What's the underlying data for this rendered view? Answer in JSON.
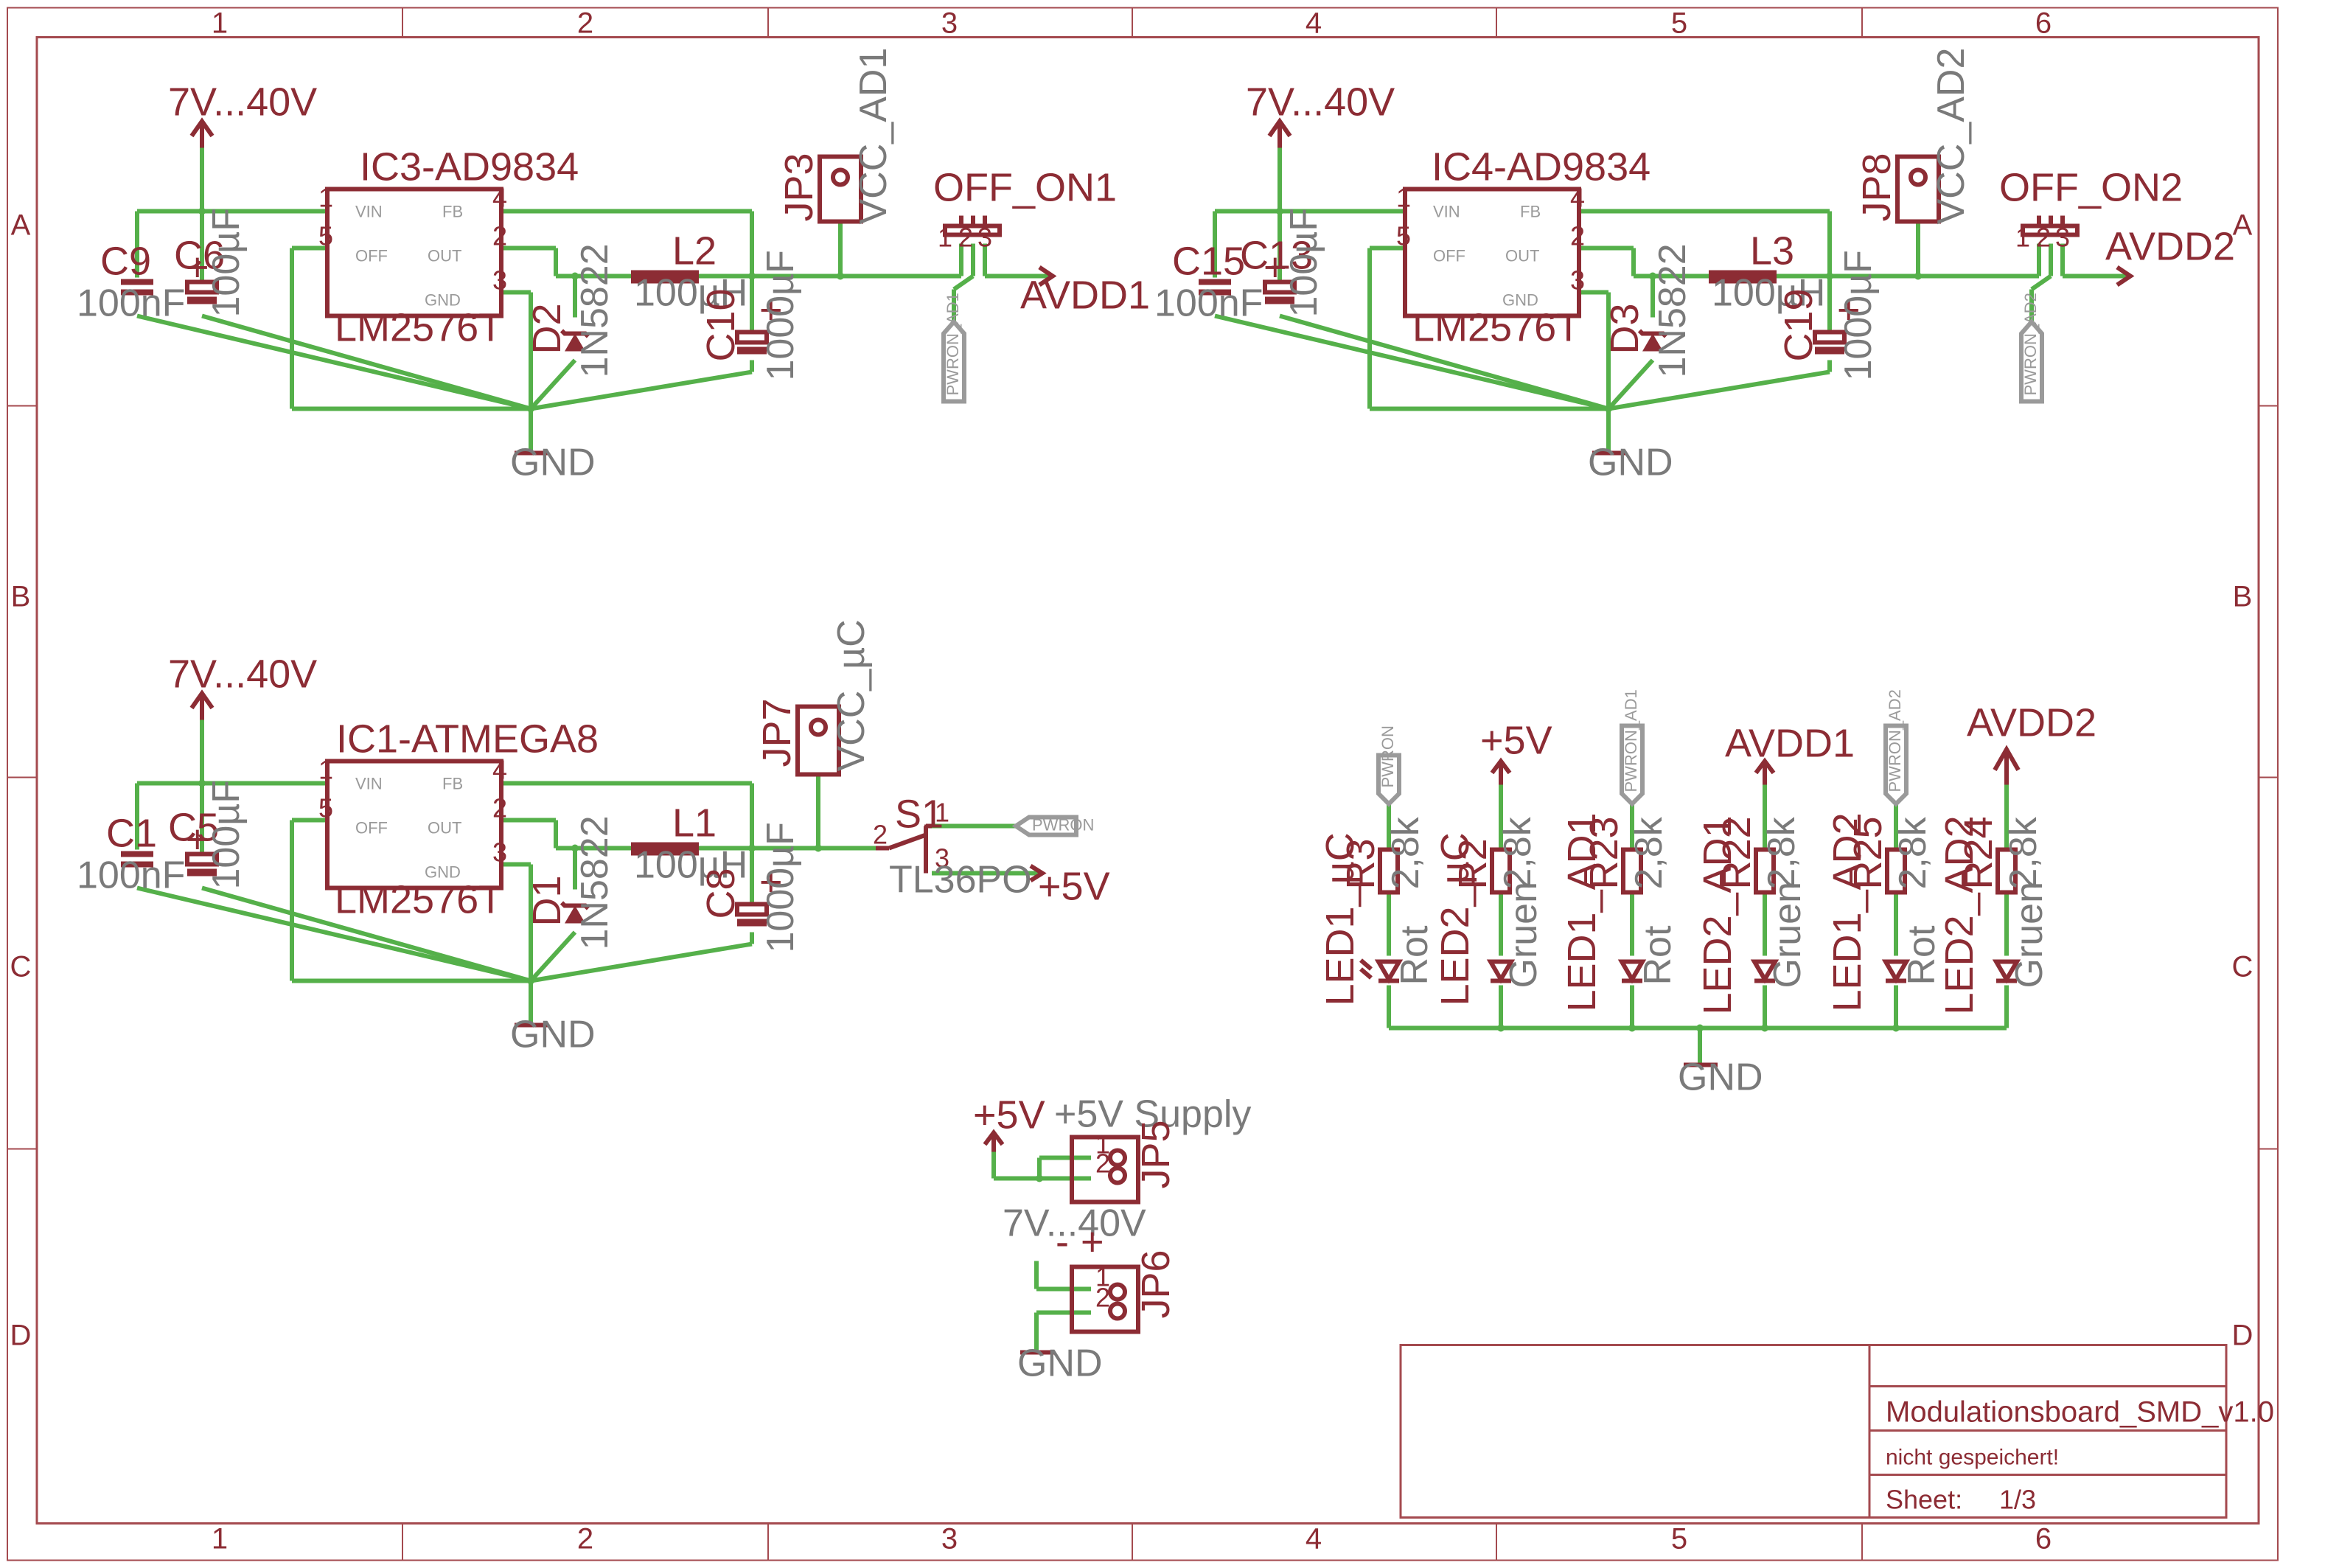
{
  "frame": {
    "columns": [
      "1",
      "2",
      "3",
      "4",
      "5",
      "6"
    ],
    "rows": [
      "A",
      "B",
      "C",
      "D"
    ]
  },
  "title_block": {
    "title": "Modulationsboard_SMD_v1.0",
    "status": "nicht gespeichert!",
    "sheet_label": "Sheet:",
    "sheet_value": "1/3"
  },
  "net_labels": {
    "supply": "7V...40V",
    "gnd": "GND",
    "plus5v": "+5V",
    "avdd1": "AVDD1",
    "avdd2": "AVDD2",
    "pwron": "PWRON",
    "pwron_ad1": "PWRON_AD1",
    "pwron_ad2": "PWRON_AD2"
  },
  "block1": {
    "ic_name": "IC3-AD9834",
    "ic_value": "LM2576T",
    "pin_vin": "VIN",
    "pin_off": "OFF",
    "pin_fb": "FB",
    "pin_out": "OUT",
    "pin_gnd": "GND",
    "c_a": "C9",
    "c_a_val": "100nF",
    "c_b": "C6",
    "c_b_val": "100µF",
    "diode": "D2",
    "diode_val": "1N5822",
    "coil": "L2",
    "coil_val": "100µH",
    "c_out": "C10",
    "c_out_val": "1000µF",
    "jp": "JP3",
    "jp_val": "VCC_AD1",
    "sw": "OFF_ON1"
  },
  "block2": {
    "ic_name": "IC4-AD9834",
    "ic_value": "LM2576T",
    "c_a": "C15",
    "c_a_val": "100nF",
    "c_b": "C13",
    "c_b_val": "100µF",
    "diode": "D3",
    "diode_val": "1N5822",
    "coil": "L3",
    "coil_val": "100µH",
    "c_out": "C19",
    "c_out_val": "1000µF",
    "jp": "JP8",
    "jp_val": "VCC_AD2",
    "sw": "OFF_ON2"
  },
  "block3": {
    "ic_name": "IC1-ATMEGA8",
    "ic_value": "LM2576T",
    "c_a": "C1",
    "c_a_val": "100nF",
    "c_b": "C5",
    "c_b_val": "100µF",
    "diode": "D1",
    "diode_val": "1N5822",
    "coil": "L1",
    "coil_val": "100µH",
    "c_out": "C8",
    "c_out_val": "1000µF",
    "jp": "JP7",
    "jp_val": "VCC_µC",
    "sw": "S1",
    "sw_val": "TL36PO"
  },
  "leds": [
    {
      "r": "R3",
      "r_val": "2,8k",
      "led": "LED1_µC",
      "color": "Rot"
    },
    {
      "r": "R2",
      "r_val": "2,8k",
      "led": "LED2_µC",
      "color": "Gruen"
    },
    {
      "r": "R23",
      "r_val": "2,8k",
      "led": "LED1_AD1",
      "color": "Rot"
    },
    {
      "r": "R22",
      "r_val": "2,8k",
      "led": "LED2_AD1",
      "color": "Gruen"
    },
    {
      "r": "R25",
      "r_val": "2,8k",
      "led": "LED1_AD2",
      "color": "Rot"
    },
    {
      "r": "R24",
      "r_val": "2,8k",
      "led": "LED2_AD2",
      "color": "Gruen"
    }
  ],
  "connectors": {
    "jp5": "JP5",
    "jp5_label": "+5V Supply",
    "jp6": "JP6",
    "jp6_minus": "-",
    "jp6_plus": "+"
  }
}
